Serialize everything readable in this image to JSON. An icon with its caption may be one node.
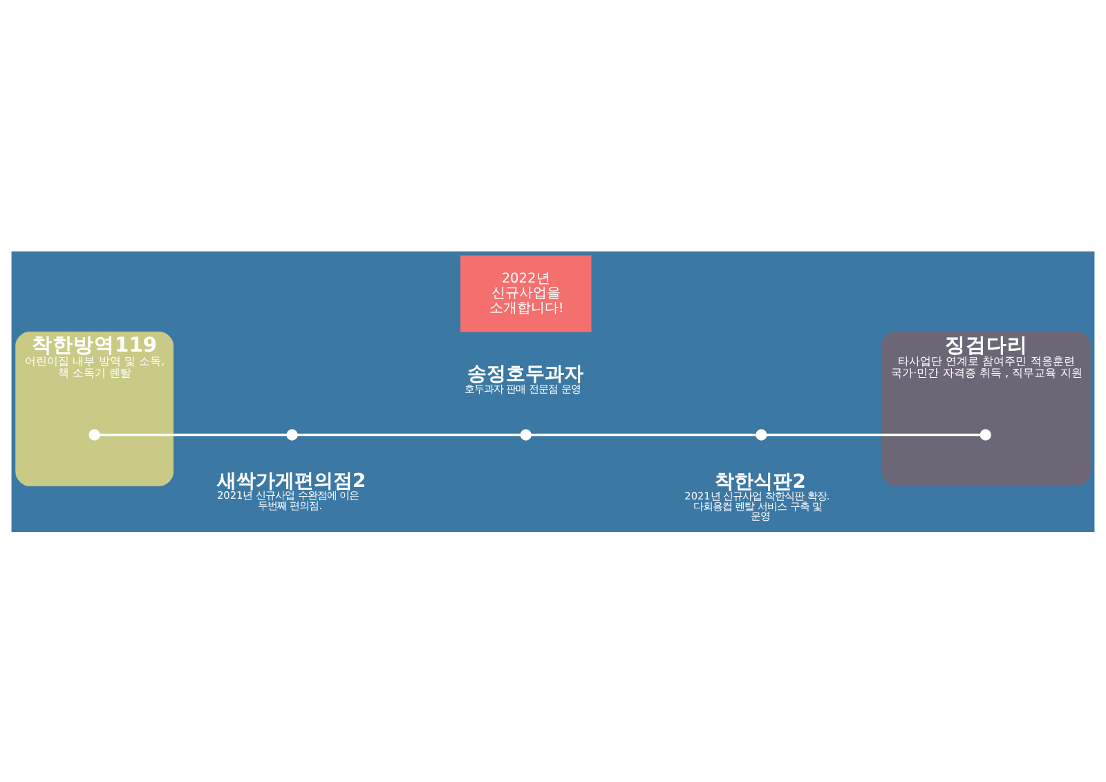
{
  "diagram": {
    "nodes": [
      {
        "text": [
          "2022년 신규사업을 소개합니다!"
        ]
      },
      {
        "text": [
          "착한방역119",
          "어린이집 내부 방역 및 소독, 책 소독기 렌탈"
        ]
      },
      {
        "text": [],
        "shape": "circle",
        "in": 1
      },
      {
        "text": [],
        "shape": "circle",
        "beside": [
          "새싹가게편의점2",
          "2021년 신규사업 수완점에 이은 두번째 편의점."
        ]
      },
      {
        "text": [],
        "shape": "circle",
        "beside": [
          "송정호두과자",
          "호두과자 판매 전문점 운영"
        ]
      },
      {
        "text": [],
        "shape": "circle",
        "beside": [
          "착한식판2",
          "2021년 신규사업 착한식판 확장. 다회용컵 렌탈 서비스 구축 및 운영"
        ]
      },
      {
        "text": [
          "징검다리",
          "타사업단 연계로 참여주민 적응훈련 국가·민간 자격증 취득 , 직무교육 지원"
        ]
      },
      {
        "text": [],
        "shape": "circle",
        "in": 6
      }
    ],
    "edges": [
      {
        "from": 2,
        "to": 3,
        "arrow": "none"
      },
      {
        "from": 3,
        "to": 4,
        "arrow": "none"
      },
      {
        "from": 4,
        "to": 5,
        "arrow": "none"
      },
      {
        "from": 5,
        "to": 7,
        "arrow": "none"
      }
    ]
  }
}
